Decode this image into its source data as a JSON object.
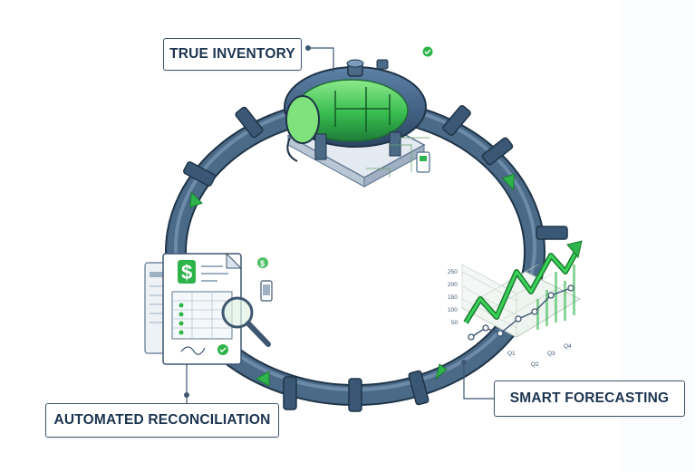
{
  "labels": {
    "true_inventory": "TRUE INVENTORY",
    "smart_forecasting": "SMART FORECASTING",
    "automated_reconciliation": "AUTOMATED RECONCILIATION"
  },
  "chart": {
    "y_ticks": [
      "250",
      "200",
      "150",
      "100",
      "50"
    ],
    "x_ticks": [
      "Q1",
      "Q2",
      "Q3",
      "Q4"
    ]
  },
  "document": {
    "currency_symbol": "$",
    "badge_symbol": "$"
  },
  "colors": {
    "pipe": "#4a6a88",
    "pipe_dark": "#2e4762",
    "accent_green": "#2eb44a",
    "label_border": "#3e5670",
    "label_text": "#1c3450"
  },
  "icons": [
    "cycle-arrow-icon",
    "check-icon",
    "magnifier-icon",
    "phone-icon",
    "tank-icon",
    "chart-arrow-icon"
  ]
}
